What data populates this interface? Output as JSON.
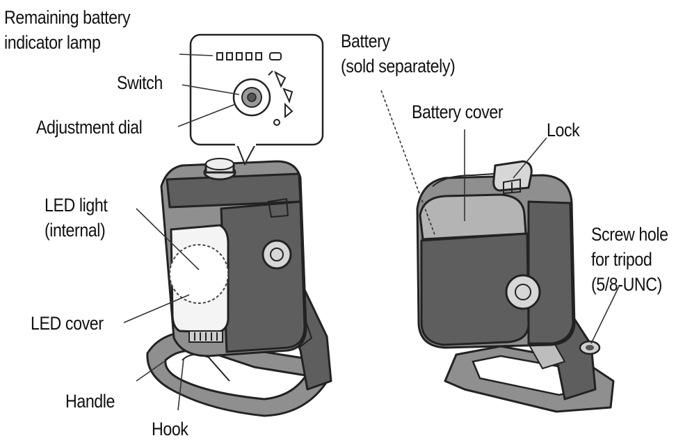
{
  "labels": {
    "battery_indicator_line1": "Remaining battery",
    "battery_indicator_line2": "indicator lamp",
    "switch": "Switch",
    "adjustment_dial": "Adjustment dial",
    "led_light_line1": "LED light",
    "led_light_line2": "(internal)",
    "led_cover": "LED cover",
    "handle": "Handle",
    "hook": "Hook",
    "battery_line1": "Battery",
    "battery_line2": "(sold separately)",
    "battery_cover": "Battery cover",
    "lock": "Lock",
    "screw_hole_line1": "Screw hole",
    "screw_hole_line2": "for tripod",
    "screw_hole_line3": "(5/8-UNC)"
  },
  "colors": {
    "line": "#333333",
    "body_fill": "#8f8f8f",
    "dark_fill": "#5e5e5e",
    "light_fill": "#d7d7d7"
  }
}
